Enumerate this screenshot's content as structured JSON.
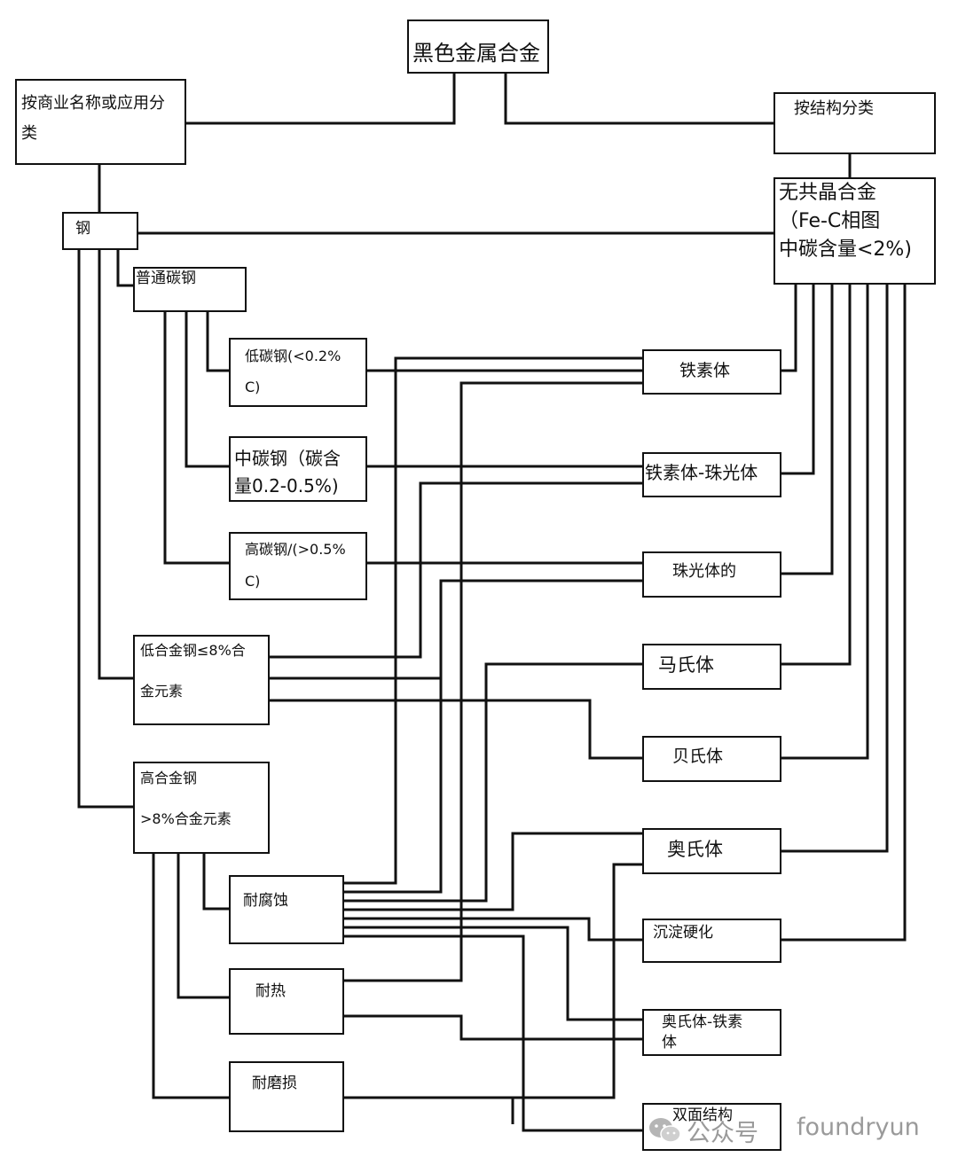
{
  "nodes": {
    "root": "黑色金属合金",
    "by_commercial": "按商业名称或应用分\n类",
    "by_structure": "按结构分类",
    "steel": "钢",
    "noneutectoid": "无共晶合金\n（Fe-C相图\n中碳含量<2%)",
    "plain_carbon": "普通碳钢",
    "low_carbon": "低碳钢(<0.2%\nC)",
    "medium_carbon": "中碳钢（碳含\n量0.2-0.5%)",
    "high_carbon": "高碳钢/(>0.5%\nC)",
    "low_alloy": "低合金钢≤8%合\n\n金元素",
    "high_alloy": "高合金钢\n\n>8%合金元素",
    "corrosion": "耐腐蚀",
    "heat": "耐热",
    "wear": "耐磨损",
    "ferrite": "铁素体",
    "ferrite_pearlite": "铁素体-珠光体",
    "pearlite": "珠光体的",
    "martensite": "马氏体",
    "bainite": "贝氏体",
    "austenite": "奥氏体",
    "precip_hardening": "沉淀硬化",
    "austenite_ferrite": "奥氏体-铁素\n体",
    "duplex": "双面结构"
  },
  "watermark": {
    "text": "公众号",
    "brand": "foundryun",
    "logo_icon": "wechat-icon"
  },
  "colors": {
    "line": "#111111",
    "box_border": "#111111",
    "watermark": "#9a9a9a"
  }
}
